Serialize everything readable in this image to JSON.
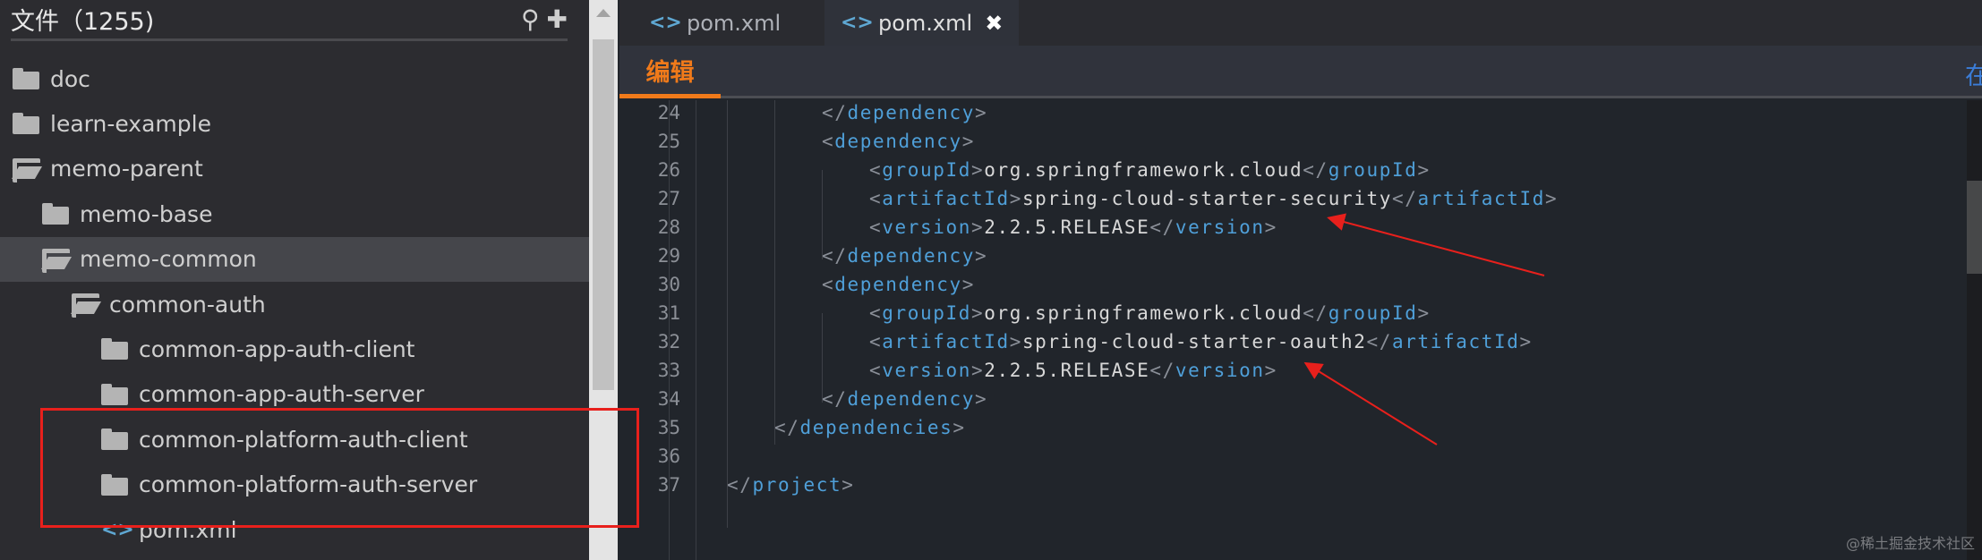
{
  "sidebar": {
    "title": "文件（1255)",
    "search_icon": "search-icon",
    "add_icon": "plus-icon",
    "items": [
      {
        "label": "doc",
        "type": "folder",
        "open": false
      },
      {
        "label": "learn-example",
        "type": "folder",
        "open": false
      },
      {
        "label": "memo-parent",
        "type": "folder",
        "open": true
      },
      {
        "label": "memo-base",
        "type": "folder",
        "open": false
      },
      {
        "label": "memo-common",
        "type": "folder",
        "open": true,
        "selected": true
      },
      {
        "label": "common-auth",
        "type": "folder",
        "open": true
      },
      {
        "label": "common-app-auth-client",
        "type": "folder",
        "open": false
      },
      {
        "label": "common-app-auth-server",
        "type": "folder",
        "open": false
      },
      {
        "label": "common-platform-auth-client",
        "type": "folder",
        "open": false
      },
      {
        "label": "common-platform-auth-server",
        "type": "folder",
        "open": false
      },
      {
        "label": "pom.xml",
        "type": "xml-file"
      }
    ]
  },
  "tabs": [
    {
      "label": "pom.xml",
      "active": false
    },
    {
      "label": "pom.xml",
      "active": true,
      "close": "✖"
    }
  ],
  "toolbar": {
    "edit_label": "编辑",
    "right_label": "在"
  },
  "editor": {
    "lines": [
      {
        "n": "24",
        "indent": 2,
        "parts": [
          [
            "p",
            "</"
          ],
          [
            "t",
            "dependency"
          ],
          [
            "p",
            ">"
          ]
        ]
      },
      {
        "n": "25",
        "indent": 2,
        "parts": [
          [
            "p",
            "<"
          ],
          [
            "t",
            "dependency"
          ],
          [
            "p",
            ">"
          ]
        ]
      },
      {
        "n": "26",
        "indent": 3,
        "parts": [
          [
            "p",
            "<"
          ],
          [
            "t",
            "groupId"
          ],
          [
            "p",
            ">"
          ],
          [
            "v",
            "org.springframework.cloud"
          ],
          [
            "p",
            "</"
          ],
          [
            "t",
            "groupId"
          ],
          [
            "p",
            ">"
          ]
        ]
      },
      {
        "n": "27",
        "indent": 3,
        "parts": [
          [
            "p",
            "<"
          ],
          [
            "t",
            "artifactId"
          ],
          [
            "p",
            ">"
          ],
          [
            "v",
            "spring-cloud-starter-security"
          ],
          [
            "p",
            "</"
          ],
          [
            "t",
            "artifactId"
          ],
          [
            "p",
            ">"
          ]
        ]
      },
      {
        "n": "28",
        "indent": 3,
        "parts": [
          [
            "p",
            "<"
          ],
          [
            "t",
            "version"
          ],
          [
            "p",
            ">"
          ],
          [
            "v",
            "2.2.5.RELEASE"
          ],
          [
            "p",
            "</"
          ],
          [
            "t",
            "version"
          ],
          [
            "p",
            ">"
          ]
        ]
      },
      {
        "n": "29",
        "indent": 2,
        "parts": [
          [
            "p",
            "</"
          ],
          [
            "t",
            "dependency"
          ],
          [
            "p",
            ">"
          ]
        ]
      },
      {
        "n": "30",
        "indent": 2,
        "parts": [
          [
            "p",
            "<"
          ],
          [
            "t",
            "dependency"
          ],
          [
            "p",
            ">"
          ]
        ]
      },
      {
        "n": "31",
        "indent": 3,
        "parts": [
          [
            "p",
            "<"
          ],
          [
            "t",
            "groupId"
          ],
          [
            "p",
            ">"
          ],
          [
            "v",
            "org.springframework.cloud"
          ],
          [
            "p",
            "</"
          ],
          [
            "t",
            "groupId"
          ],
          [
            "p",
            ">"
          ]
        ]
      },
      {
        "n": "32",
        "indent": 3,
        "parts": [
          [
            "p",
            "<"
          ],
          [
            "t",
            "artifactId"
          ],
          [
            "p",
            ">"
          ],
          [
            "v",
            "spring-cloud-starter-oauth2"
          ],
          [
            "p",
            "</"
          ],
          [
            "t",
            "artifactId"
          ],
          [
            "p",
            ">"
          ]
        ]
      },
      {
        "n": "33",
        "indent": 3,
        "parts": [
          [
            "p",
            "<"
          ],
          [
            "t",
            "version"
          ],
          [
            "p",
            ">"
          ],
          [
            "v",
            "2.2.5.RELEASE"
          ],
          [
            "p",
            "</"
          ],
          [
            "t",
            "version"
          ],
          [
            "p",
            ">"
          ]
        ]
      },
      {
        "n": "34",
        "indent": 2,
        "parts": [
          [
            "p",
            "</"
          ],
          [
            "t",
            "dependency"
          ],
          [
            "p",
            ">"
          ]
        ]
      },
      {
        "n": "35",
        "indent": 1,
        "parts": [
          [
            "p",
            "</"
          ],
          [
            "t",
            "dependencies"
          ],
          [
            "p",
            ">"
          ]
        ]
      },
      {
        "n": "36",
        "indent": 0,
        "parts": []
      },
      {
        "n": "37",
        "indent": 0,
        "parts": [
          [
            "p",
            "</"
          ],
          [
            "t",
            "project"
          ],
          [
            "p",
            ">"
          ]
        ]
      }
    ]
  },
  "colors": {
    "accent": "#f07a1a",
    "tag": "#4f9fd8",
    "annotation": "#e8201c"
  },
  "watermark": "@稀土掘金技术社区"
}
